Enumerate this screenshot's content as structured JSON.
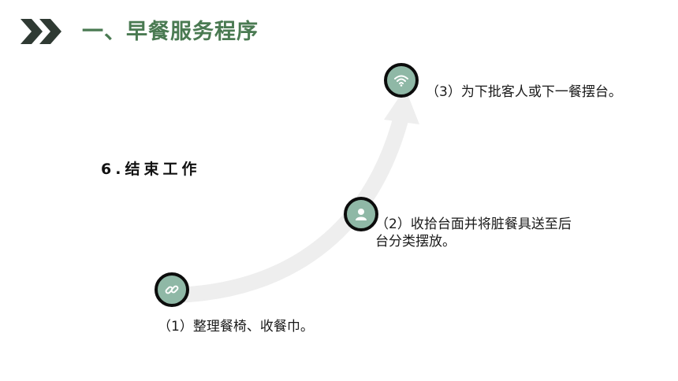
{
  "header": {
    "title": "一、早餐服务程序",
    "chevron_color": "#2f3a33",
    "accent_color": "#4a7a52"
  },
  "section": {
    "label": "6.结束工作"
  },
  "steps": [
    {
      "text": "（1）整理餐椅、收餐巾。",
      "icon": "link-icon"
    },
    {
      "text_line1": "（2）收拾台面并将脏餐具送至后",
      "text_line2": "台分类摆放。",
      "icon": "person-icon"
    },
    {
      "text": "（3）为下批客人或下一餐摆台。",
      "icon": "wifi-icon"
    }
  ],
  "colors": {
    "node_fill": "#8fb8a6",
    "node_border": "#0c0c0c",
    "arrow": "#eeeeee"
  }
}
